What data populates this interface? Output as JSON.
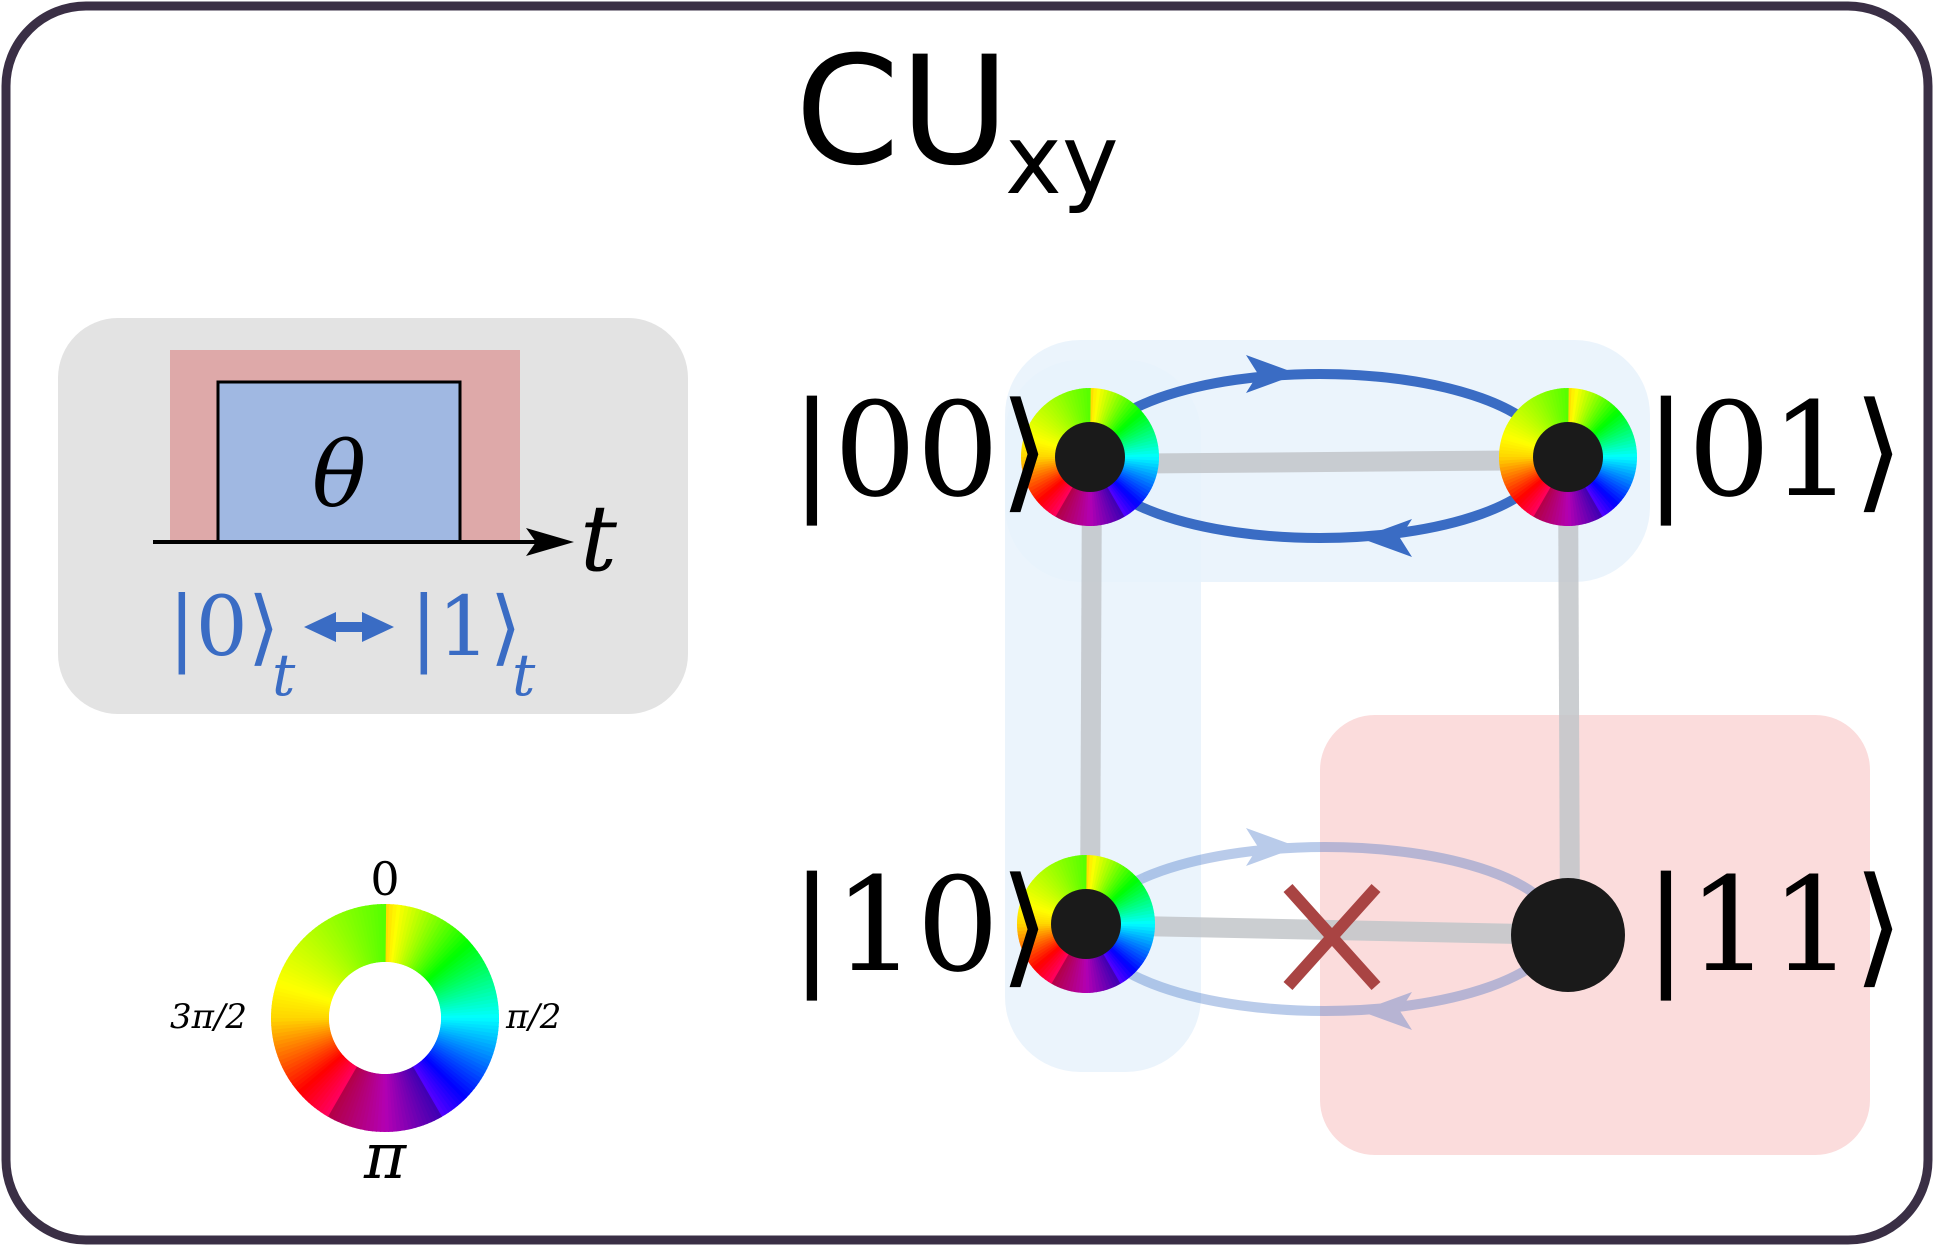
{
  "title": {
    "main": "CU",
    "subscript": "xy"
  },
  "pulse_panel": {
    "pulse_label": "θ",
    "axis_label": "t",
    "transition_from": "|0⟩",
    "transition_to": "|1⟩",
    "transition_subscript": "t"
  },
  "states": {
    "s00": "|00⟩",
    "s01": "|01⟩",
    "s10": "|10⟩",
    "s11": "|11⟩"
  },
  "phase_wheel": {
    "top": "0",
    "right": "π/2",
    "bottom": "π",
    "left": "3π/2"
  },
  "colors": {
    "frame": "#3a2f45",
    "blue": "#3a6cc4",
    "pulse_red": "#dea9a9",
    "pulse_blue": "#a0b8e2",
    "panel_gray": "#e3e3e3",
    "red_region": "#fbdcdc",
    "blue_region": "#e8f2fc",
    "cross": "#a94443",
    "node": "#1a1a1a"
  }
}
